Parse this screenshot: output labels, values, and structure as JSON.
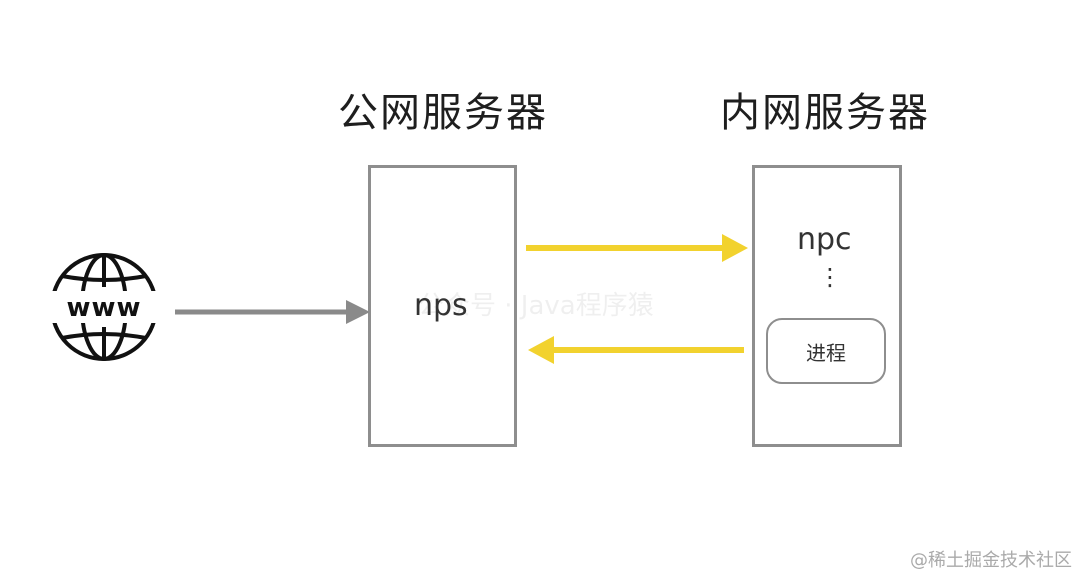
{
  "diagram": {
    "public_server_title": "公网服务器",
    "private_server_title": "内网服务器",
    "nps_label": "nps",
    "npc_label": "npc",
    "ellipsis": "⋮",
    "process_label": "进程",
    "internet_icon_text": "www",
    "watermark": "公众号 · Java程序猿",
    "credit": "@稀土掘金技术社区"
  },
  "colors": {
    "box_border": "#8e8e8e",
    "gray_arrow": "#8a8a8a",
    "yellow_arrow": "#f2d22e",
    "globe": "#111111"
  }
}
